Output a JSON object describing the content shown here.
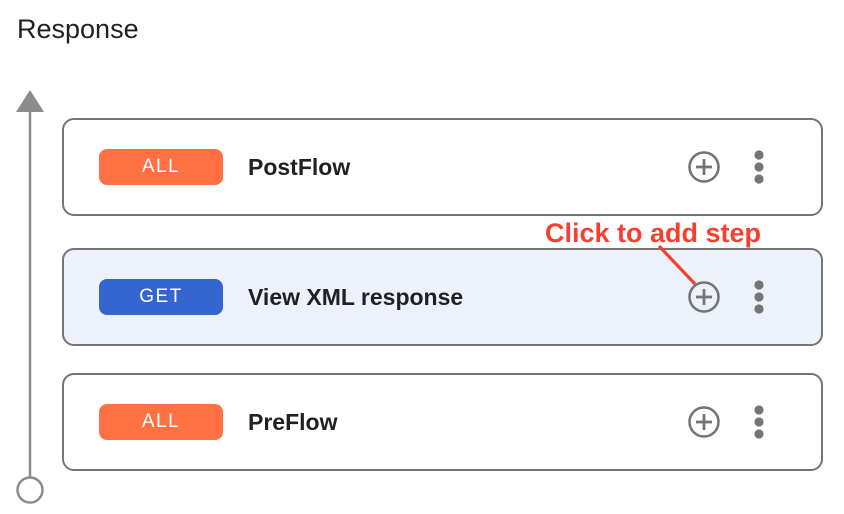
{
  "header": {
    "title": "Response"
  },
  "flow_panel": {
    "cards": [
      {
        "method": "ALL",
        "name": "PostFlow",
        "selected": false,
        "badge_color": "#FF7043"
      },
      {
        "method": "GET",
        "name": "View XML response",
        "selected": true,
        "badge_color": "#3566D0"
      },
      {
        "method": "ALL",
        "name": "PreFlow",
        "selected": false,
        "badge_color": "#FF7043"
      }
    ],
    "selected_card_bg": "#EDF1FB",
    "card_border_color": "#757575",
    "icon_color": "#757575",
    "add_step_icon": "plus-circle-icon",
    "more_icon": "kebab-menu-icon",
    "direction_icon": "arrow-up-line-icon"
  },
  "annotation": {
    "label": "Click to add step",
    "color": "#F4402F"
  }
}
